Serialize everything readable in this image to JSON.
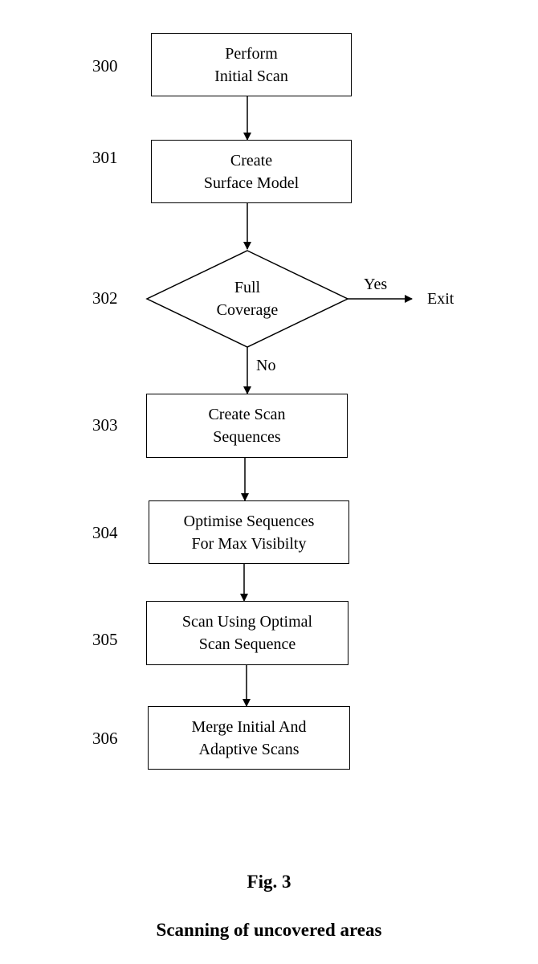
{
  "steps": [
    {
      "ref": "300",
      "lines": [
        "Perform",
        "Initial Scan"
      ]
    },
    {
      "ref": "301",
      "lines": [
        "Create",
        "Surface Model"
      ]
    },
    {
      "ref": "302",
      "lines": [
        "Full",
        "Coverage"
      ]
    },
    {
      "ref": "303",
      "lines": [
        "Create Scan",
        "Sequences"
      ]
    },
    {
      "ref": "304",
      "lines": [
        "Optimise Sequences",
        "For Max Visibilty"
      ]
    },
    {
      "ref": "305",
      "lines": [
        "Scan Using Optimal",
        "Scan Sequence"
      ]
    },
    {
      "ref": "306",
      "lines": [
        "Merge Initial And",
        "Adaptive Scans"
      ]
    }
  ],
  "decision": {
    "yes_label": "Yes",
    "no_label": "No",
    "exit_label": "Exit"
  },
  "figure": {
    "number": "Fig. 3",
    "caption": "Scanning of uncovered areas"
  }
}
